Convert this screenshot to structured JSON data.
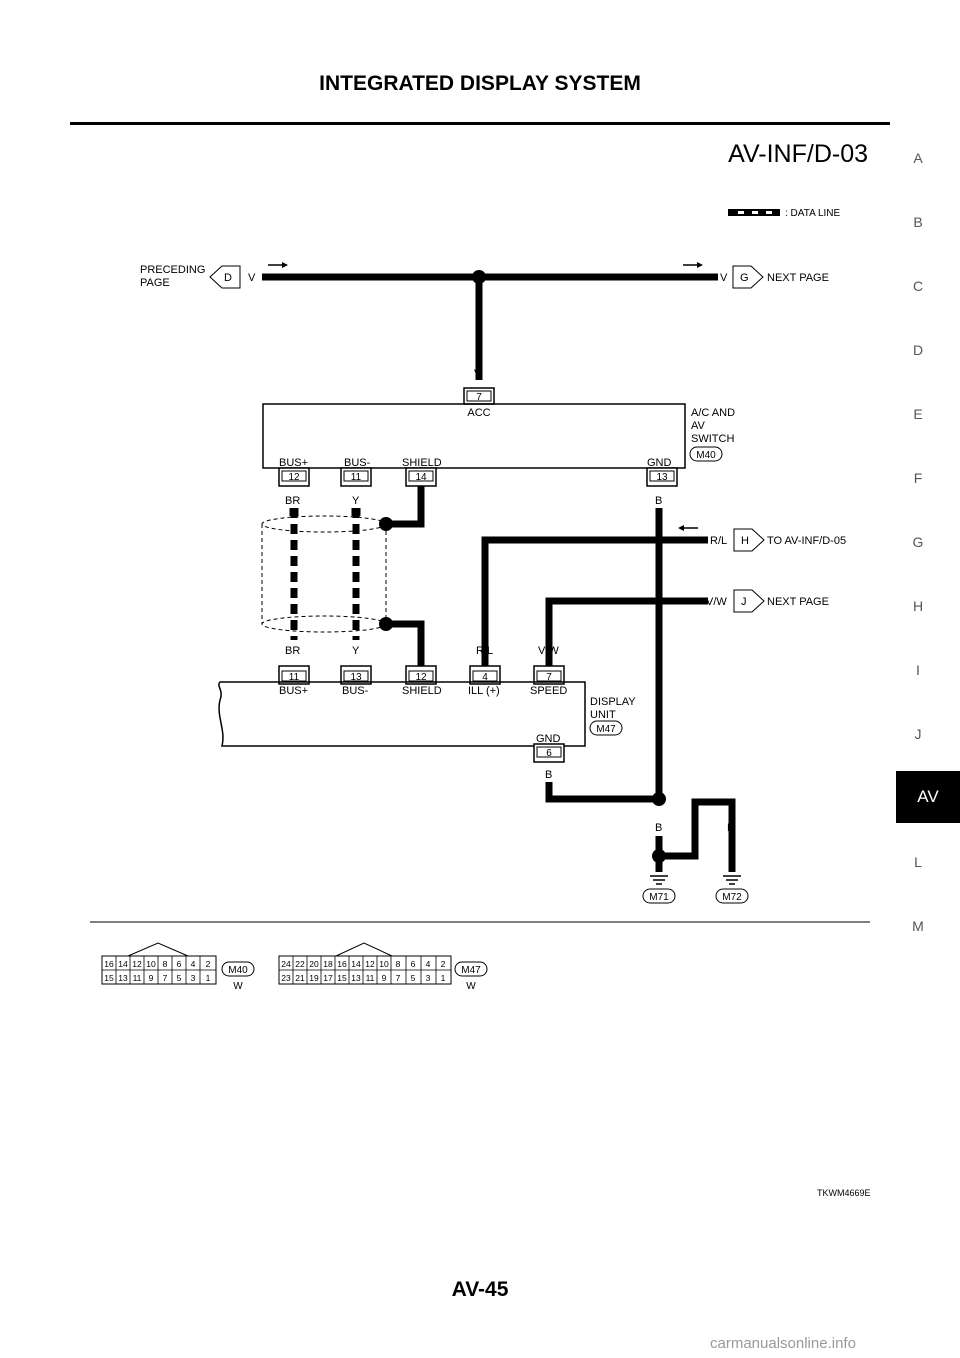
{
  "header": {
    "title": "INTEGRATED DISPLAY SYSTEM",
    "diagram_code": "AV-INF/D-03"
  },
  "sections": [
    "A",
    "B",
    "C",
    "D",
    "E",
    "F",
    "G",
    "H",
    "I",
    "J",
    "AV",
    "L",
    "M"
  ],
  "active_section": "AV",
  "legend": {
    "data_line": ": DATA LINE"
  },
  "connectors": {
    "preceding_page": [
      "PRECEDING",
      "PAGE"
    ],
    "ref_d": "D",
    "ref_g": "G",
    "ref_h": "H",
    "ref_j": "J",
    "next_page": "NEXT PAGE",
    "to_av_inf_d05": "TO AV-INF/D-05"
  },
  "wires": {
    "v": "V",
    "br": "BR",
    "y": "Y",
    "b": "B",
    "rl": "R/L",
    "vw": "V/W"
  },
  "ac_av_switch": {
    "name": [
      "A/C AND",
      "AV",
      "SWITCH"
    ],
    "id": "M40",
    "pin_acc": "7",
    "label_acc": "ACC",
    "pin_bus_plus": "12",
    "label_bus_plus": "BUS+",
    "pin_bus_minus": "11",
    "label_bus_minus": "BUS-",
    "pin_shield": "14",
    "label_shield": "SHIELD",
    "pin_gnd": "13",
    "label_gnd": "GND"
  },
  "display_unit": {
    "name": [
      "DISPLAY",
      "UNIT"
    ],
    "id": "M47",
    "pin_bus_plus": "11",
    "label_bus_plus": "BUS+",
    "pin_bus_minus": "13",
    "label_bus_minus": "BUS-",
    "pin_shield": "12",
    "label_shield": "SHIELD",
    "pin_ill": "4",
    "label_ill": "ILL (+)",
    "pin_speed": "7",
    "label_speed": "SPEED",
    "pin_gnd": "6",
    "label_gnd": "GND"
  },
  "grounds": [
    "M71",
    "M72"
  ],
  "connector_views": [
    {
      "id": "M40",
      "color": "W",
      "top": [
        "16",
        "14",
        "12",
        "10",
        "8",
        "6",
        "4",
        "2"
      ],
      "bottom": [
        "15",
        "13",
        "11",
        "9",
        "7",
        "5",
        "3",
        "1"
      ]
    },
    {
      "id": "M47",
      "color": "W",
      "top": [
        "24",
        "22",
        "20",
        "18",
        "16",
        "14",
        "12",
        "10",
        "8",
        "6",
        "4",
        "2"
      ],
      "bottom": [
        "23",
        "21",
        "19",
        "17",
        "15",
        "13",
        "11",
        "9",
        "7",
        "5",
        "3",
        "1"
      ]
    }
  ],
  "image_code": "TKWM4669E",
  "page_number": "AV-45",
  "watermark": "carmanualsonline.info"
}
